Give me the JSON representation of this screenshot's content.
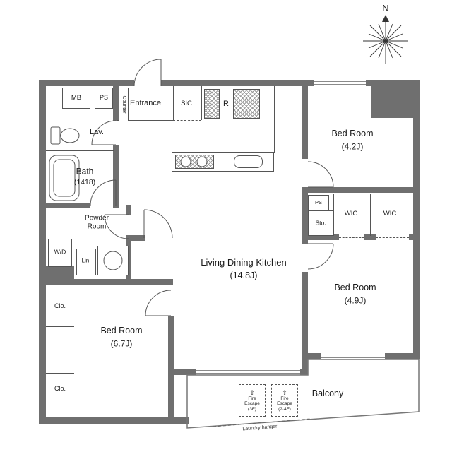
{
  "colors": {
    "wall": "#6f6f6f",
    "line": "#555555",
    "text": "#1a1a1a"
  },
  "compass": {
    "north": "N"
  },
  "labels": {
    "mb": "MB",
    "ps_top": "PS",
    "counter": "Counter",
    "entrance": "Entrance",
    "sic": "SIC",
    "fridge": "R",
    "lav": "Lav.",
    "bath": "Bath",
    "bath_size": "(1418)",
    "powder_l1": "Powder",
    "powder_l2": "Room",
    "wd": "W/D",
    "lin": "Lin.",
    "clo_upper": "Clo.",
    "clo_lower": "Clo.",
    "bed1": "Bed Room",
    "bed1_size": "(6.7J)",
    "ldk": "Living Dining Kitchen",
    "ldk_size": "(14.8J)",
    "bed2": "Bed Room",
    "bed2_size": "(4.2J)",
    "ps_right": "PS",
    "sto": "Sto.",
    "wic_left": "WIC",
    "wic_right": "WIC",
    "bed3": "Bed Room",
    "bed3_size": "(4.9J)",
    "balcony": "Balcony",
    "laundry": "Laundry hanger",
    "fe_arrow": "⇧",
    "fe1_l1": "Fire",
    "fe1_l2": "Escape",
    "fe1_l3": "(3F)",
    "fe2_l1": "Fire",
    "fe2_l2": "Escape",
    "fe2_l3": "(2·4F)"
  }
}
